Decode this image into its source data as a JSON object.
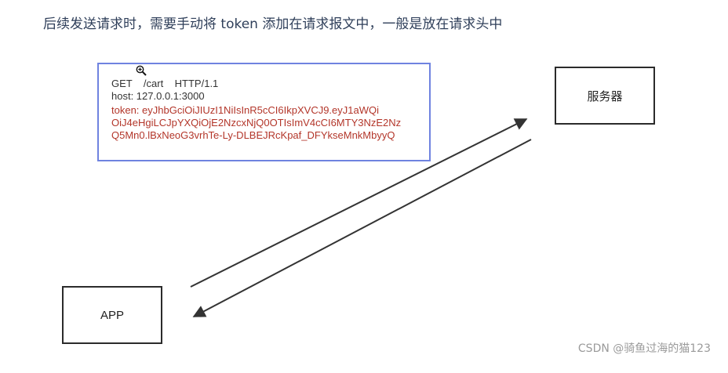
{
  "heading": "后续发送请求时，需要手动将 token 添加在请求报文中，一般是放在请求头中",
  "request": {
    "request_line": "GET    /cart    HTTP/1.1",
    "host_line": "host: 127.0.0.1:3000",
    "token_lines": [
      "token: eyJhbGciOiJIUzI1NiIsInR5cCI6IkpXVCJ9.eyJ1aWQi",
      "OiJ4eHgiLCJpYXQiOjE2NzcxNjQ0OTIsImV4cCI6MTY3NzE2Nz",
      "Q5Mn0.lBxNeoG3vrhTe-Ly-DLBEJRcKpaf_DFYkseMnkMbyyQ"
    ]
  },
  "nodes": {
    "server": "服务器",
    "app": "APP"
  },
  "watermark": "CSDN @骑鱼过海的猫123",
  "colors": {
    "heading": "#2f3f5a",
    "token": "#b3362a",
    "box_border": "#6f83e0",
    "arrow": "#333333"
  },
  "icons": {
    "cursor": "zoom-in-icon",
    "arrow_heads": "arrowhead"
  }
}
